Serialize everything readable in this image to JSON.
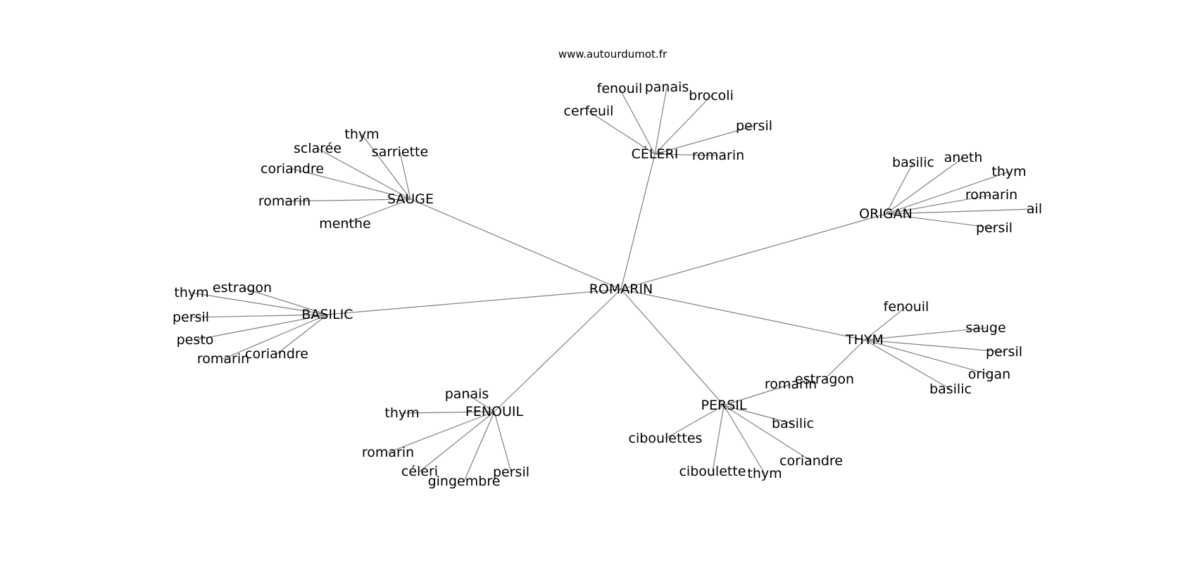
{
  "source": "www.autourdumot.fr",
  "center": "ROMARIN",
  "groups": [
    {
      "hub": "CÉLERI",
      "words": [
        "cerfeuil",
        "fenouil",
        "panais",
        "brocoli",
        "persil",
        "romarin"
      ]
    },
    {
      "hub": "SAUGE",
      "words": [
        "thym",
        "sclarée",
        "sarriette",
        "coriandre",
        "romarin",
        "menthe"
      ]
    },
    {
      "hub": "ORIGAN",
      "words": [
        "basilic",
        "aneth",
        "thym",
        "romarin",
        "ail",
        "persil"
      ]
    },
    {
      "hub": "BASILIC",
      "words": [
        "thym",
        "estragon",
        "persil",
        "pesto",
        "romarin",
        "coriandre"
      ]
    },
    {
      "hub": "THYM",
      "words": [
        "fenouil",
        "sauge",
        "persil",
        "origan",
        "basilic",
        "estragon"
      ]
    },
    {
      "hub": "FENOUIL",
      "words": [
        "panais",
        "thym",
        "romarin",
        "céleri",
        "gingembre",
        "persil"
      ]
    },
    {
      "hub": "PERSIL",
      "words": [
        "romarin",
        "ciboulettes",
        "basilic",
        "ciboulette",
        "thym",
        "coriandre"
      ]
    }
  ],
  "colors": {
    "edge": "#808080",
    "text": "#000000",
    "background": "#ffffff"
  }
}
